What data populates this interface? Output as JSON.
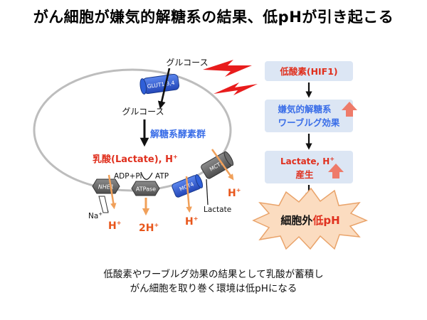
{
  "title": "がん細胞が嫌気的解糖系の結果、低pHが引き起こる",
  "cell": {
    "glucose_outside": "グルコース",
    "glucose_inside": "グルコース",
    "glut_label": "GLUT1,3,4",
    "glycolysis": "解糖系酵素群",
    "lactate_line": "乳酸(Lactate), H",
    "lactate_line_sup": "+",
    "nhe1": "NHE1",
    "atpase": "ATPase",
    "mct4": "MCT4",
    "mct1": "MCT1",
    "adp_pi": "ADP+Pi",
    "atp": "ATP",
    "na": "Na",
    "na_sup": "+",
    "lactate_out": "Lactate",
    "h_nhe": "H",
    "h_nhe_sup": "+",
    "h_atpase": "2H",
    "h_atpase_sup": "+",
    "h_mct4": "H",
    "h_mct4_sup": "+",
    "h_mct1": "H",
    "h_mct1_sup": "+"
  },
  "flow": {
    "box1": "低酸素(HIF1)",
    "box2_line1": "嫌気的解糖系",
    "box2_line2": "ワーブルグ効果",
    "box3_line1": "Lactate, H",
    "box3_sup": "+",
    "box3_line2": "産生",
    "burst_text": "細胞外",
    "burst_highlight": "低pH"
  },
  "caption": {
    "line1": "低酸素やワーブルグ効果の結果として乳酸が蓄積し",
    "line2": "がん細胞を取り巻く環境は低pHになる"
  },
  "colors": {
    "blue_text": "#3a6ee8",
    "red_text": "#e0301e",
    "orange_h": "#e8561b",
    "orange_arrow": "#f0a05a",
    "box_fill": "#dce6f4",
    "burst_fill": "#fbdcc0",
    "burst_stroke": "#e9a36a",
    "lightning": "#e81c1c",
    "cell_outline": "#bdbdbd",
    "transporter_gray": "#6d6d6d",
    "transporter_blue": "#2f5fd8"
  }
}
